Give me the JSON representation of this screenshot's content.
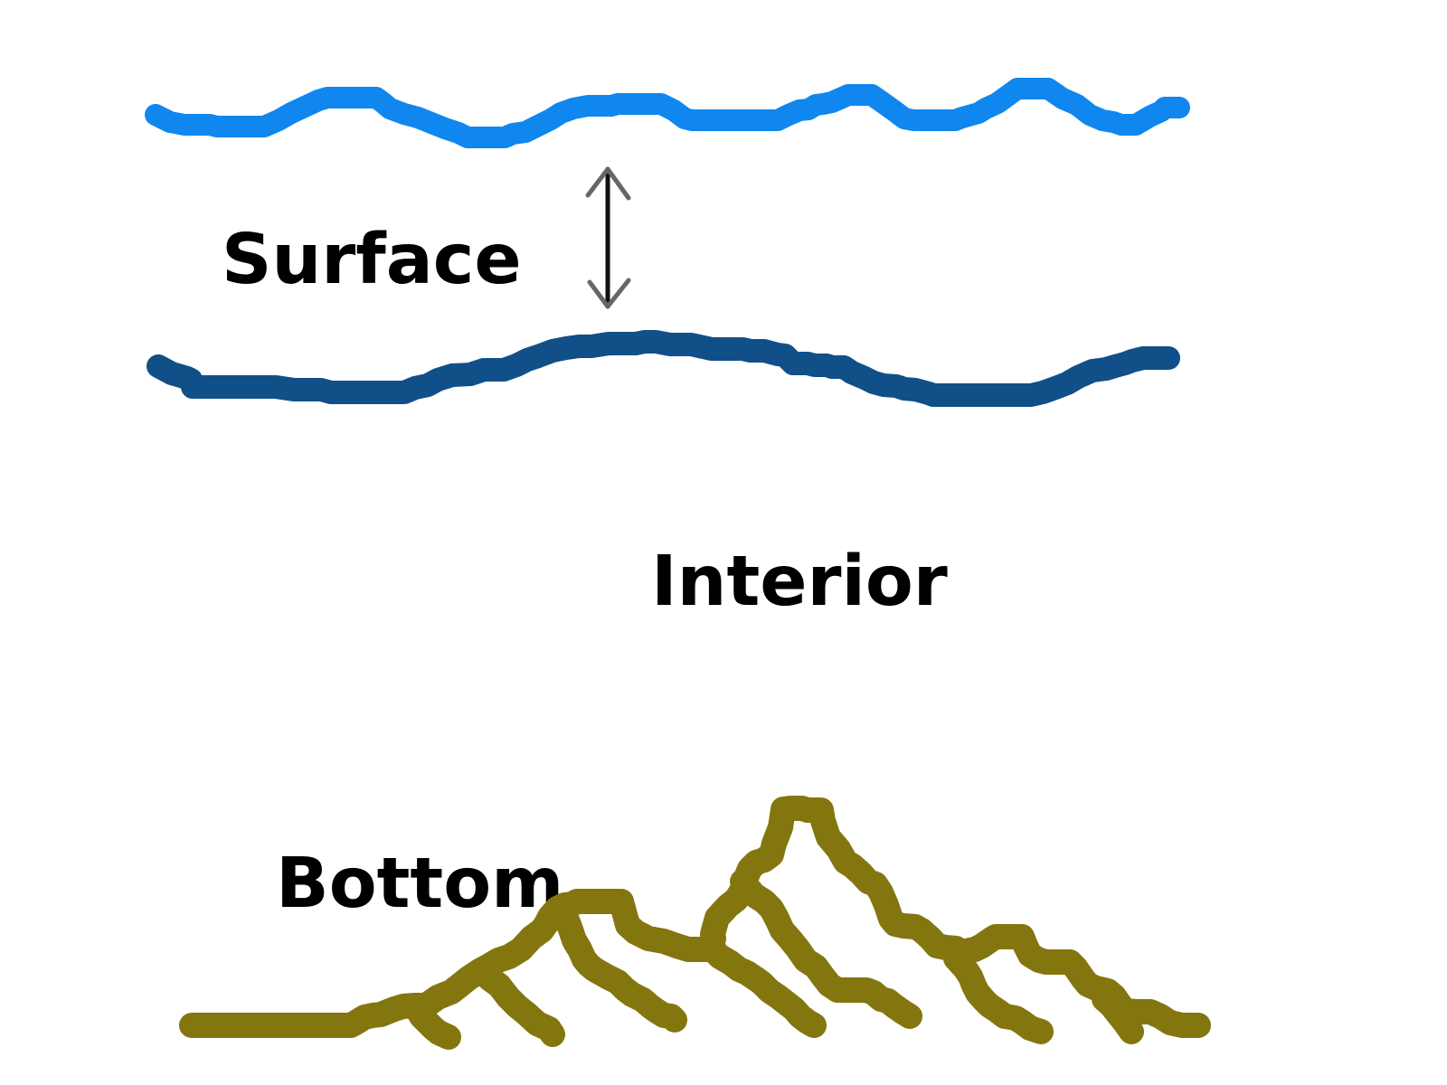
{
  "labels": {
    "surface": "Surface",
    "interior": "Interior",
    "bottom": "Bottom"
  },
  "colors": {
    "surface_line": "#1087ef",
    "thermocline_line": "#114f88",
    "bottom_terrain": "#84760f",
    "arrow_shaft": "#111111",
    "arrow_heads": "#666666",
    "text": "#000000",
    "background": "#ffffff"
  }
}
